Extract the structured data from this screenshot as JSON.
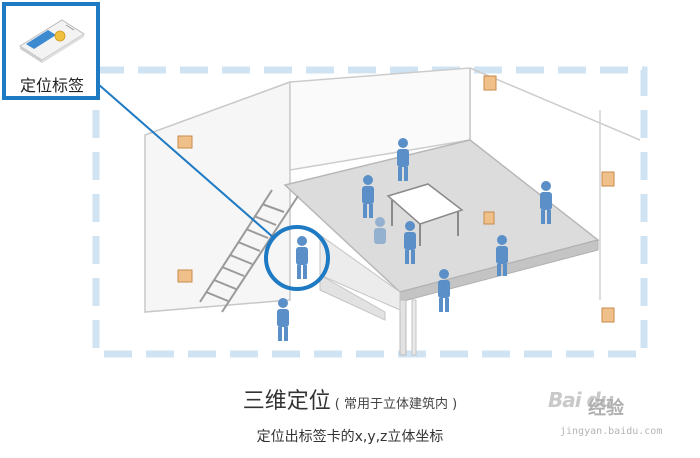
{
  "tag": {
    "label": "定位标签"
  },
  "caption": {
    "title": "三维定位",
    "subtitle": "( 常用于立体建筑内 )",
    "line2": "定位出标签卡的x,y,z立体坐标"
  },
  "watermark": {
    "logo": "Bai du",
    "brand": "经验",
    "url": "jingyan.baidu.com"
  },
  "colors": {
    "accent_blue": "#1f7ac4",
    "dashed_frame": "#cfe3f3",
    "anchor_box": "#f0c08a",
    "person": "#5a8fc8",
    "floor": "#d9d9d9"
  }
}
